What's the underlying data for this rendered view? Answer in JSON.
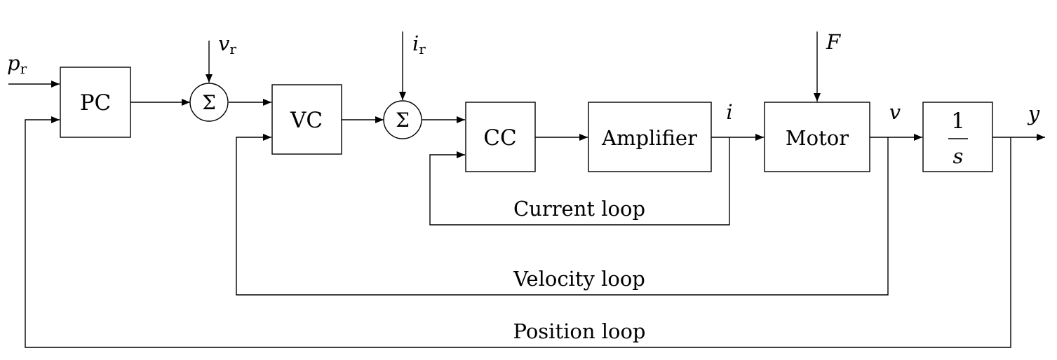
{
  "blocks": {
    "pc": "PC",
    "vc": "VC",
    "cc": "CC",
    "amplifier": "Amplifier",
    "motor": "Motor",
    "integrator_num": "1",
    "integrator_den": "s"
  },
  "summing_symbol": "Σ",
  "signals": {
    "pr_main": "p",
    "pr_sub": "r",
    "vr_main": "v",
    "vr_sub": "r",
    "ir_main": "i",
    "ir_sub": "r",
    "force": "F",
    "current": "i",
    "velocity": "v",
    "output": "y"
  },
  "loops": {
    "current": "Current loop",
    "velocity": "Velocity loop",
    "position": "Position loop"
  }
}
